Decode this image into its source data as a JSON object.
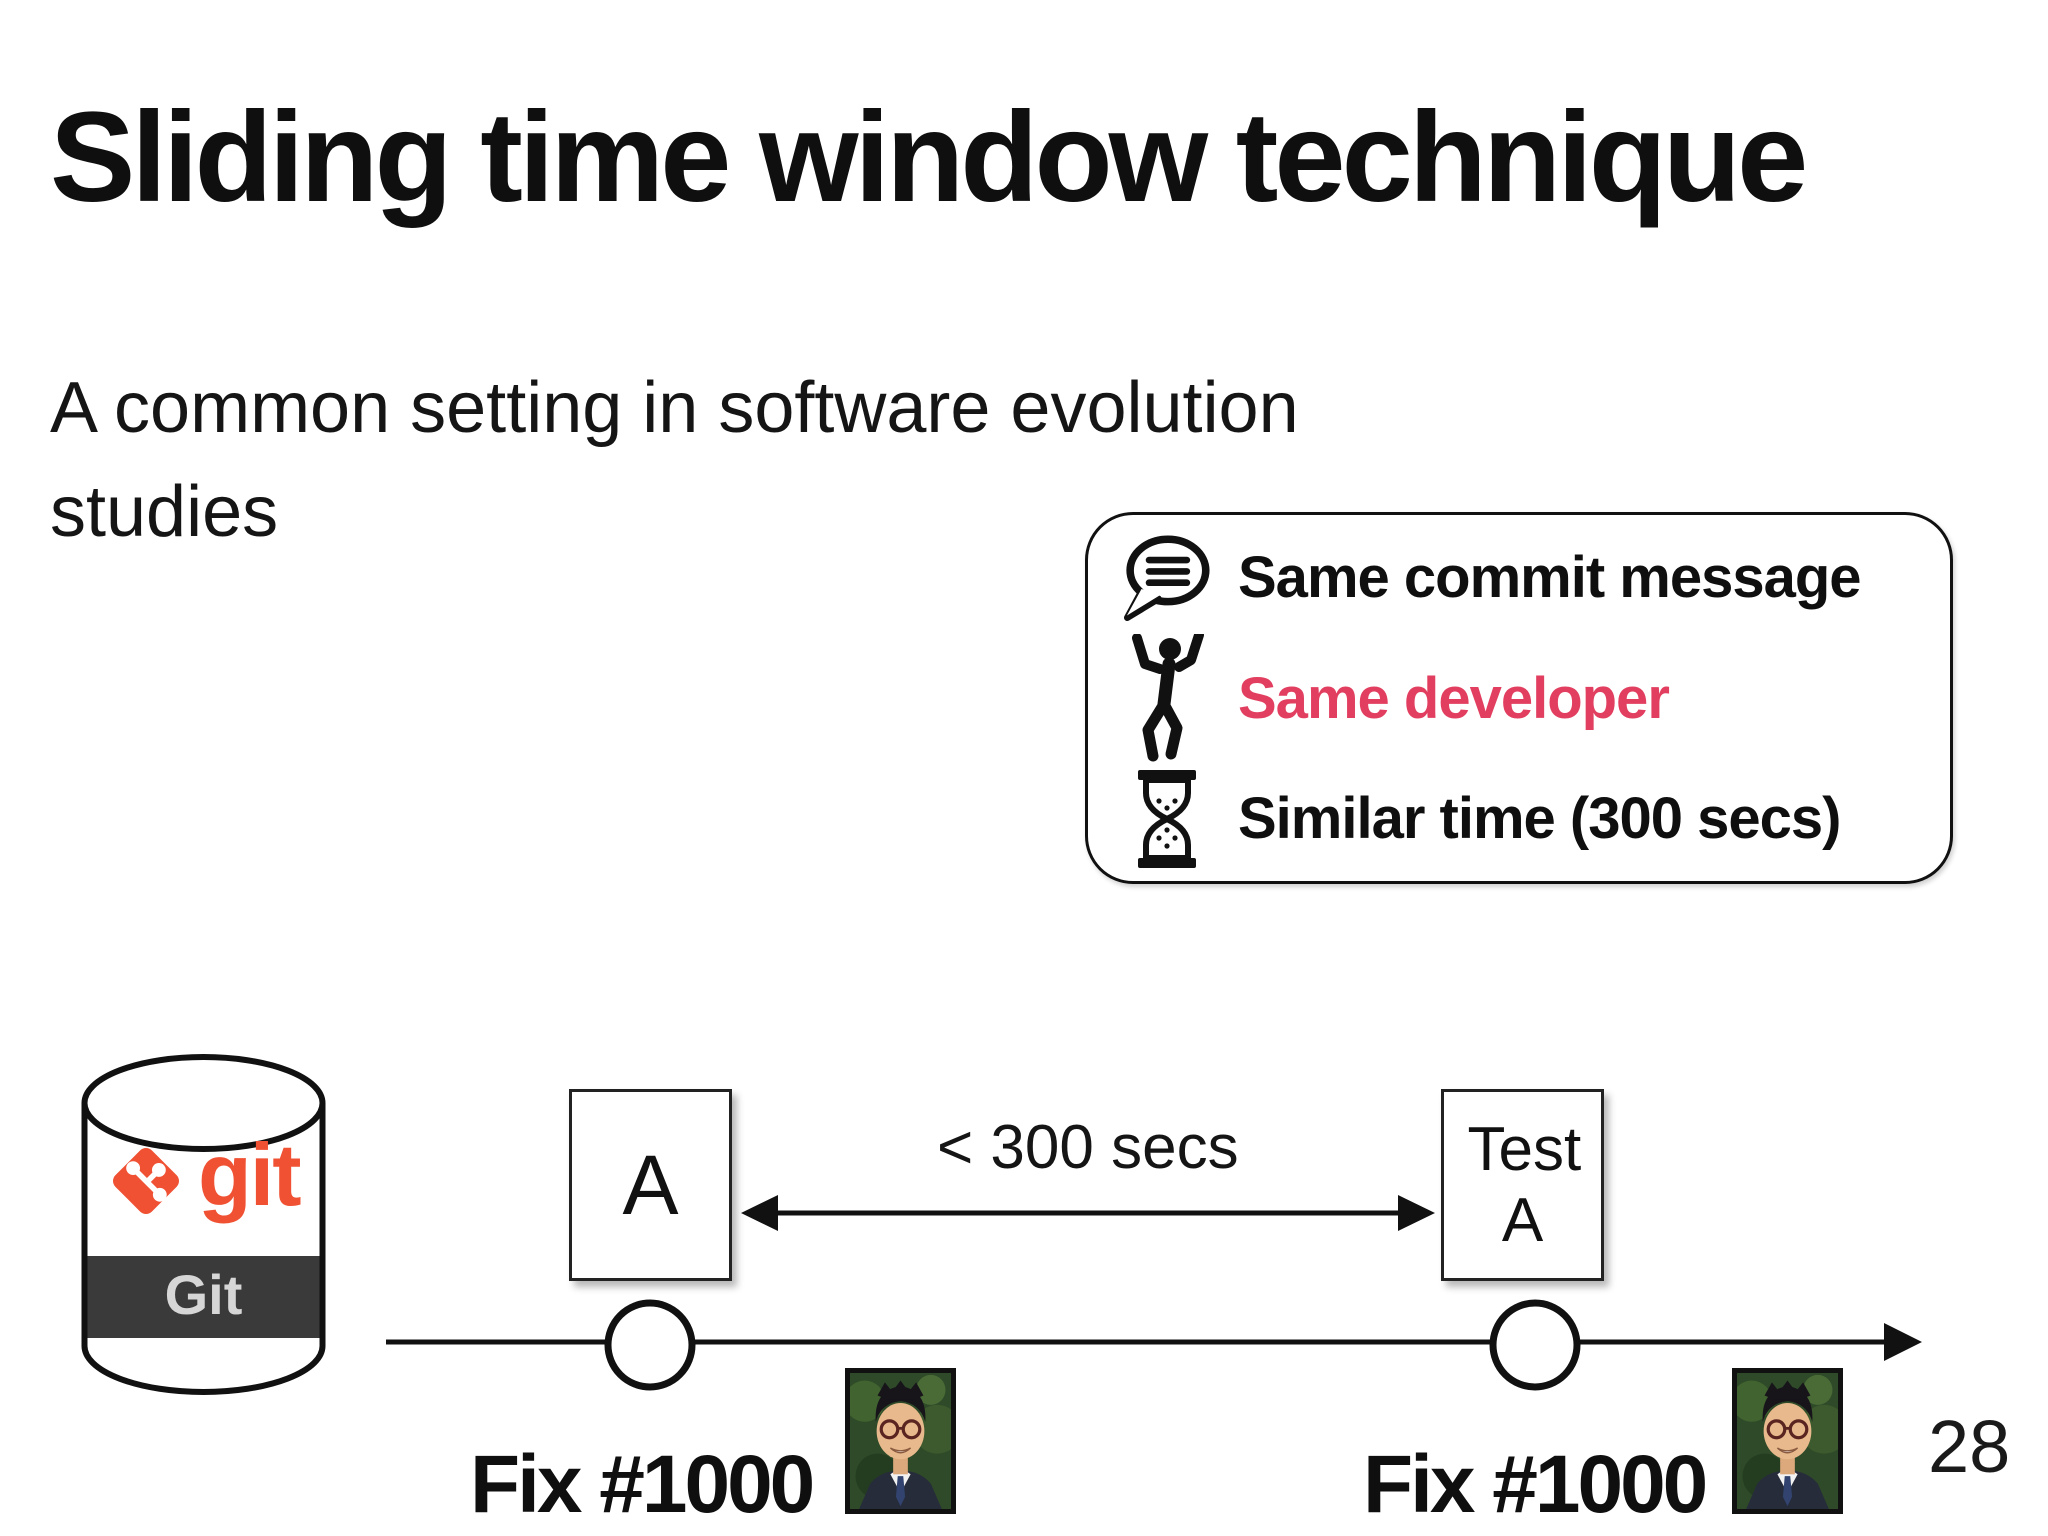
{
  "slide": {
    "page_number": "28"
  },
  "title": "Sliding time window technique",
  "subtitle": "A common setting in software evolution studies",
  "criteria_box": {
    "items": [
      {
        "icon": "speech-bubble-icon",
        "label": "Same commit message"
      },
      {
        "icon": "person-icon",
        "label": "Same developer"
      },
      {
        "icon": "hourglass-icon",
        "label": "Similar time (300 secs)"
      }
    ]
  },
  "git_repo": {
    "logo_text": "git",
    "band_label": "Git"
  },
  "timeline": {
    "gap_label": "< 300 secs",
    "commits": [
      {
        "change": "A",
        "message": "Fix #1000"
      },
      {
        "change": "Test A",
        "message": "Fix #1000"
      }
    ]
  },
  "colors": {
    "accent_pink": "#e23e5f",
    "git_orange": "#f05133",
    "band_gray": "#3a3a3a"
  }
}
